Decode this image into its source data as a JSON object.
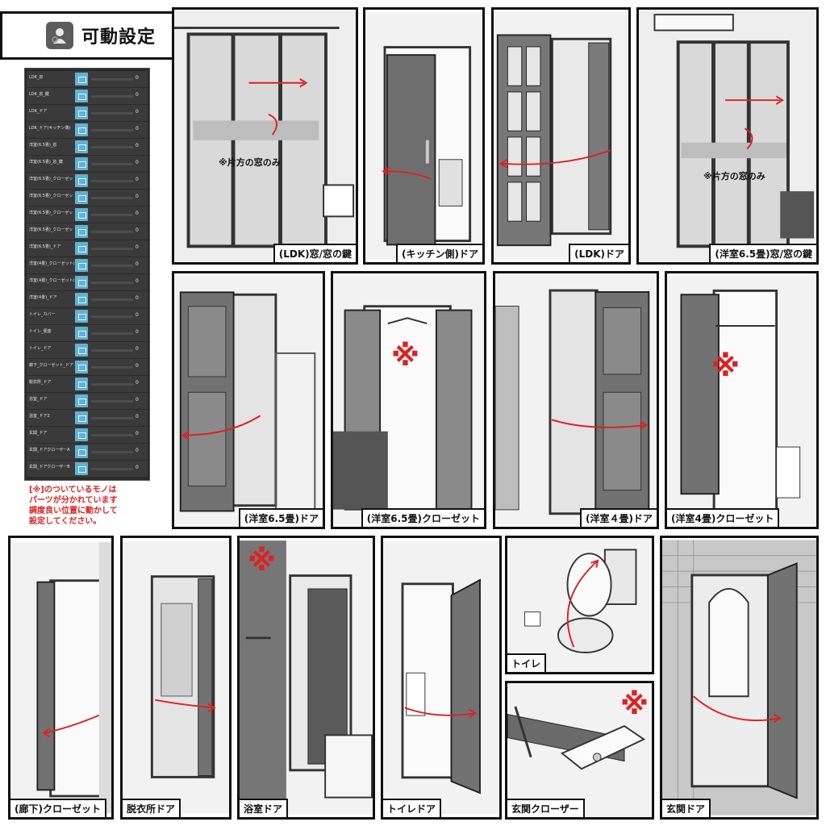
{
  "header": {
    "title": "可動設定",
    "icon": "settings-figure-icon"
  },
  "panel": {
    "rows": [
      {
        "label": "LDK_窓",
        "value": "0"
      },
      {
        "label": "LDK_窓_鍵",
        "value": "0"
      },
      {
        "label": "LDK_ドア",
        "value": "0"
      },
      {
        "label": "LDK_ドア(キッチン側)",
        "value": "0"
      },
      {
        "label": "洋室(6.5畳)_窓",
        "value": "0"
      },
      {
        "label": "洋室(6.5畳)_窓_鍵",
        "value": "0"
      },
      {
        "label": "洋室(6.5畳)_クローゼット扉_1",
        "value": "0"
      },
      {
        "label": "洋室(6.5畳)_クローゼット扉_2",
        "value": "0"
      },
      {
        "label": "洋室(6.5畳)_クローゼット扉_3",
        "value": "0"
      },
      {
        "label": "洋室(6.5畳)_クローゼット扉_4",
        "value": "0"
      },
      {
        "label": "洋室(6.5畳)_ドア",
        "value": "0"
      },
      {
        "label": "洋室(4畳)_クローゼット扉",
        "value": "0"
      },
      {
        "label": "洋室(4畳)_クローゼット扉2",
        "value": "0"
      },
      {
        "label": "洋室(4畳)_ドア",
        "value": "0"
      },
      {
        "label": "トイレ_カバー",
        "value": "0"
      },
      {
        "label": "トイレ_便座",
        "value": "0"
      },
      {
        "label": "トイレ_ドア",
        "value": "0"
      },
      {
        "label": "廊下_クローゼット_ドア",
        "value": "0"
      },
      {
        "label": "脱衣所_ドア",
        "value": "0"
      },
      {
        "label": "浴室_ドア",
        "value": "0"
      },
      {
        "label": "浴室_ドア2",
        "value": "0"
      },
      {
        "label": "玄関_ドア",
        "value": "0"
      },
      {
        "label": "玄関_ドアクローザーA",
        "value": "0"
      },
      {
        "label": "玄関_ドアクローザーB",
        "value": "0"
      }
    ]
  },
  "note": "[※]のついているモノは\nパーツが分かれています\n調度良い位置に動かして\n設定してください。",
  "tiles": {
    "t1": {
      "caption": "(LDK)窓/窓の鍵",
      "annotation": "※片方の窓のみ"
    },
    "t2": {
      "caption": "(キッチン側)ドア"
    },
    "t3": {
      "caption": "(LDK)ドア"
    },
    "t4": {
      "caption": "(洋室6.5畳)窓/窓の鍵",
      "annotation": "※片方の窓のみ"
    },
    "t5": {
      "caption": "(洋室6.5畳)ドア"
    },
    "t6": {
      "caption": "(洋室6.5畳)クローゼット",
      "mark": "※"
    },
    "t7": {
      "caption": "(洋室４畳)ドア"
    },
    "t8": {
      "caption": "(洋室4畳)クローゼット",
      "mark": "※"
    },
    "t9": {
      "caption": "(廊下)クローゼット"
    },
    "t10": {
      "caption": "脱衣所ドア"
    },
    "t11": {
      "caption": "浴室ドア",
      "mark": "※"
    },
    "t12": {
      "caption": "トイレドア"
    },
    "t13": {
      "caption": "トイレ"
    },
    "t14": {
      "caption": "玄関クローザー",
      "mark": "※"
    },
    "t15": {
      "caption": "玄関ドア"
    }
  },
  "colors": {
    "arrow": "#e02020",
    "panel_bg": "#2b2b2b",
    "panel_icon": "#5fb3d6"
  }
}
